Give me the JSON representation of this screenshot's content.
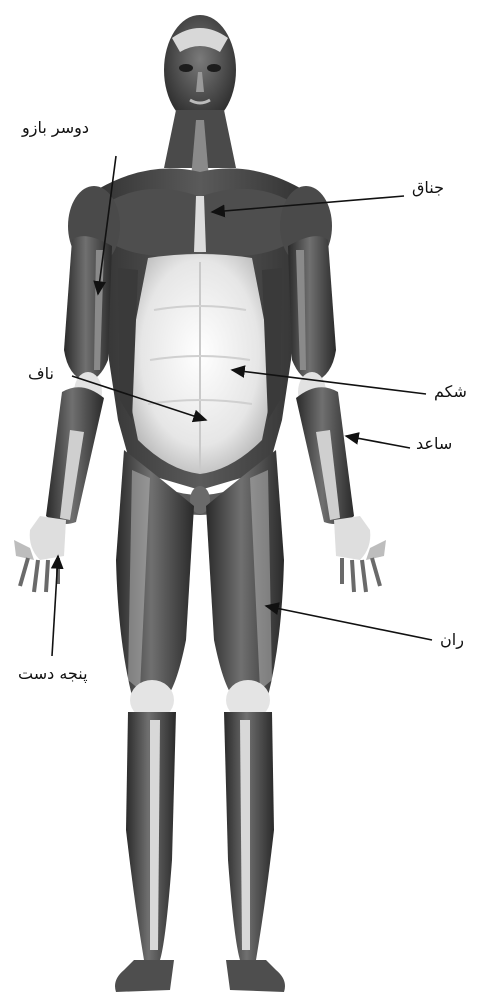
{
  "labels": {
    "biceps": "دوسر بازو",
    "chest": "جناق",
    "navel": "ناف",
    "abdomen": "شکم",
    "forearm": "ساعد",
    "thigh": "ران",
    "hand": "پنجه دست"
  },
  "colors": {
    "muscle_dark": "#3c3c3c",
    "muscle_mid": "#6a6a6a",
    "tendon_light": "#ececec",
    "arrow": "#111111",
    "background": "#ffffff"
  }
}
